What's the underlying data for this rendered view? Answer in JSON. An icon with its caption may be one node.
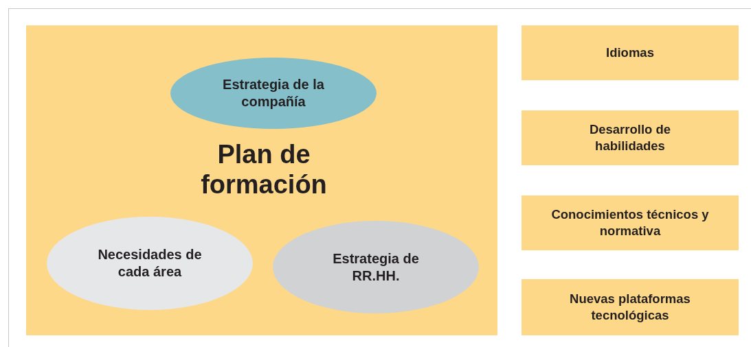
{
  "diagram": {
    "nodes": [
      {
        "text": [
          "Plan de formación"
        ]
      },
      {
        "text": [
          "Estrategia de la compañía"
        ],
        "in": 0
      },
      {
        "text": [
          "Necesidades de cada área"
        ],
        "in": 0
      },
      {
        "text": [
          "Estrategia de RR.HH."
        ],
        "in": 0
      },
      {
        "text": [
          "Idiomas"
        ]
      },
      {
        "text": [
          "Desarrollo de habilidades"
        ]
      },
      {
        "text": [
          "Conocimientos técnicos y normativa"
        ]
      },
      {
        "text": [
          "Nuevas plataformas tecnológicas"
        ]
      }
    ]
  }
}
